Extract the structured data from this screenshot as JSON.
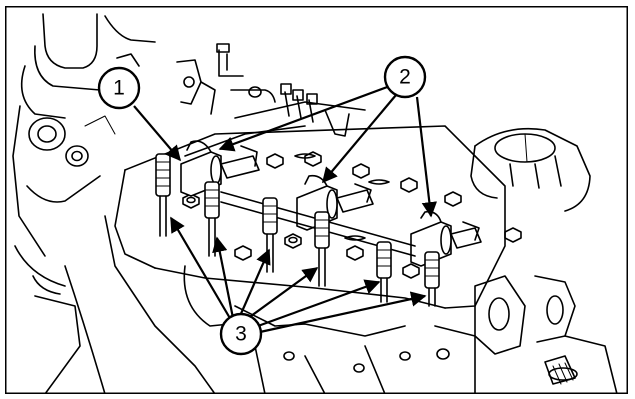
{
  "figure": {
    "callouts": [
      {
        "id": "1",
        "label": "1"
      },
      {
        "id": "2",
        "label": "2"
      },
      {
        "id": "3",
        "label": "3"
      }
    ]
  }
}
